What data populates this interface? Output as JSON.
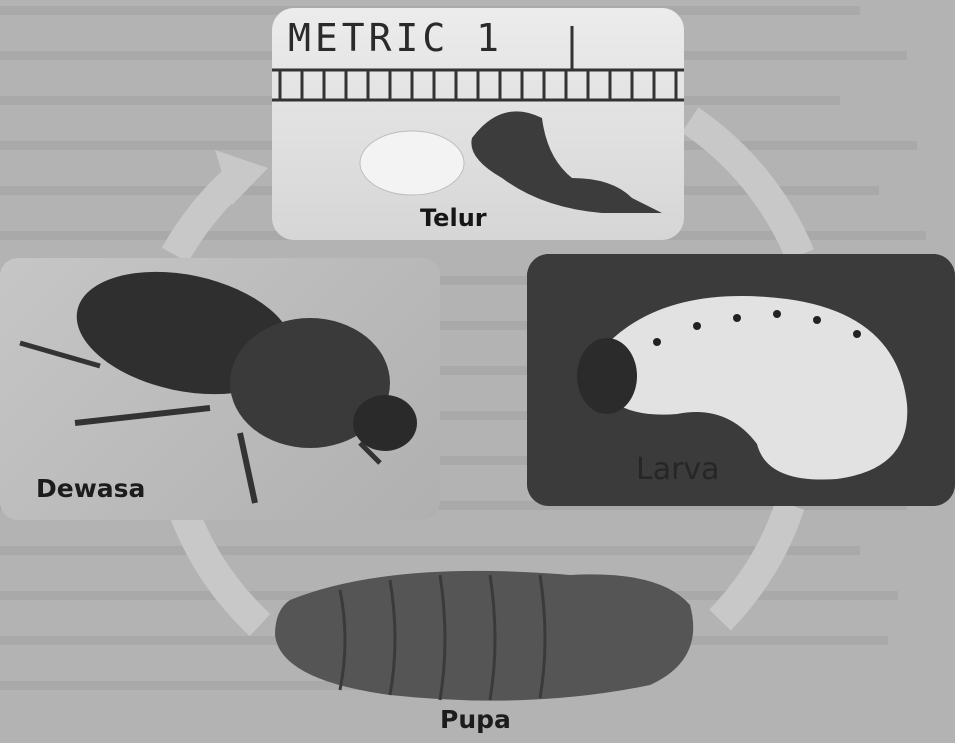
{
  "diagram": {
    "stages": [
      {
        "id": "telur",
        "label": "Telur"
      },
      {
        "id": "larva",
        "label": "Larva"
      },
      {
        "id": "pupa",
        "label": "Pupa"
      },
      {
        "id": "dewasa",
        "label": "Dewasa"
      }
    ],
    "ruler_text": "METRIC 1",
    "colors": {
      "background": "#b3b3b3",
      "arrow": "#c8c8c8",
      "label": "#1c1c1c"
    }
  }
}
